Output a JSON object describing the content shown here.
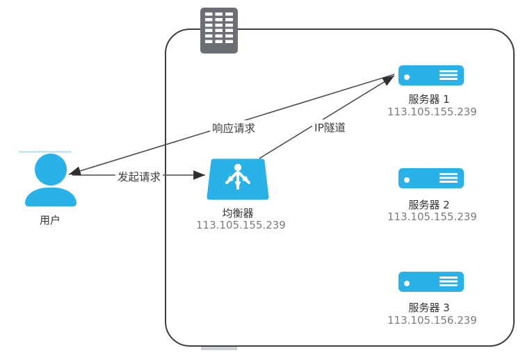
{
  "diagram": {
    "user": {
      "label": "用户"
    },
    "balancer": {
      "label": "均衡器",
      "ip": "113.105.155.239"
    },
    "servers": [
      {
        "label": "服务器 1",
        "ip": "113.105.155.239"
      },
      {
        "label": "服务器 2",
        "ip": "113.105.155.239"
      },
      {
        "label": "服务器 3",
        "ip": "113.105.156.239"
      }
    ],
    "edges": {
      "request_label": "发起请求",
      "response_label": "响应请求",
      "tunnel_label": "IP隧道"
    },
    "icons": {
      "user": "user-icon",
      "balancer": "load-balancer-distribution-icon",
      "server": "server-rack-icon",
      "building": "datacenter-building-icon"
    },
    "colors": {
      "node_fill": "#29b2e8",
      "building_fill": "#6b6f73",
      "boundary_border": "#3b3d40",
      "line": "#4d4d4d",
      "label_text": "#333333",
      "ip_text": "#797b7e",
      "user_underline": "#c3eaf8"
    }
  }
}
